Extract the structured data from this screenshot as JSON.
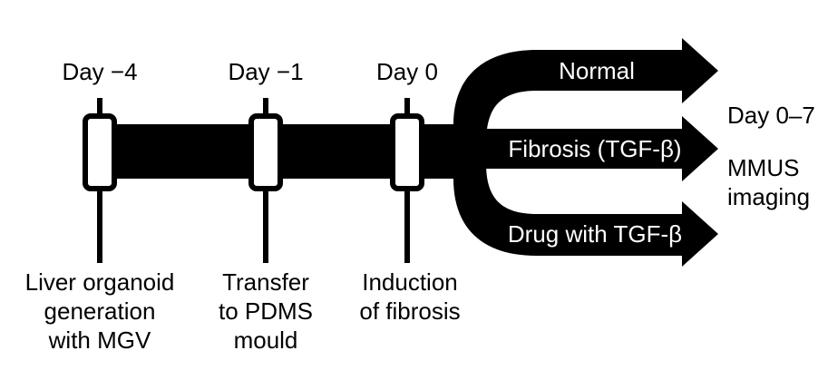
{
  "timeline": {
    "days": [
      {
        "label": "Day −4",
        "step_lines": [
          "Liver organoid",
          "generation",
          "with MGV"
        ]
      },
      {
        "label": "Day −1",
        "step_lines": [
          "Transfer",
          "to PDMS",
          "mould"
        ]
      },
      {
        "label": "Day 0",
        "step_lines": [
          "Induction",
          "of fibrosis"
        ]
      }
    ]
  },
  "branches": [
    {
      "label": "Normal"
    },
    {
      "label": "Fibrosis (TGF-β)"
    },
    {
      "label": "Drug with TGF-β"
    }
  ],
  "readout": {
    "day_range": "Day 0–7",
    "method_lines": [
      "MMUS",
      "imaging"
    ]
  },
  "colors": {
    "arrow_fill": "#000000",
    "marker_fill": "#ffffff",
    "text_on_arrow": "#ffffff",
    "text": "#000000"
  }
}
